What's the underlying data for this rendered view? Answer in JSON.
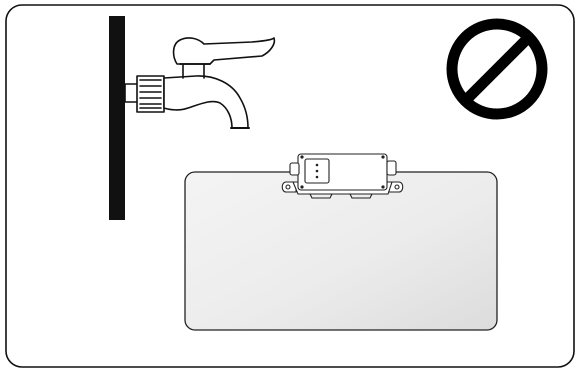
{
  "diagram": {
    "frame": {
      "stroke_color": "#111111",
      "fill_color": "#ffffff"
    },
    "wall": {
      "color": "#111111"
    },
    "faucet": {
      "icon": "water-faucet",
      "stroke_color": "#111111",
      "fill_color": "#ffffff"
    },
    "prohibited_sign": {
      "icon": "prohibition-sign",
      "color": "#000000"
    },
    "panel": {
      "fill_top": "#f4f4f4",
      "fill_bottom": "#dcdcdc",
      "stroke_color": "#222222"
    },
    "device": {
      "icon": "junction-box",
      "stroke_color": "#222222",
      "fill_color": "#ffffff"
    }
  }
}
